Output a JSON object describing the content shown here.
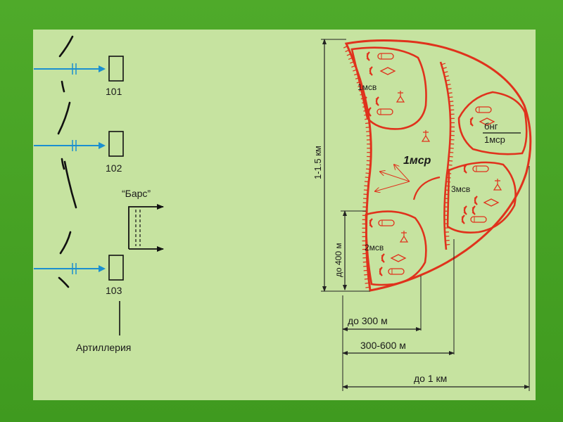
{
  "units_left": [
    {
      "id": "101"
    },
    {
      "id": "102"
    },
    {
      "id": "103"
    }
  ],
  "group_bars": "“Барс”",
  "artillery": "Артиллерия",
  "company": {
    "main": "1мср",
    "sub_1": "1мсв",
    "sub_2": "2мсв",
    "sub_3": "3мсв",
    "bng": "бнг",
    "bng_sub": "1мср"
  },
  "dimensions": {
    "front": "1-1.5 км",
    "depth_400": "до 400 м",
    "d300": "до 300 м",
    "d300_600": "300-600 м",
    "d1km": "до 1 км"
  },
  "colors": {
    "background": "#4faa2a",
    "panel": "#c6e3a0",
    "arrow": "#1a8fd0",
    "position": "#e0321c",
    "text": "#1a1a1a"
  }
}
